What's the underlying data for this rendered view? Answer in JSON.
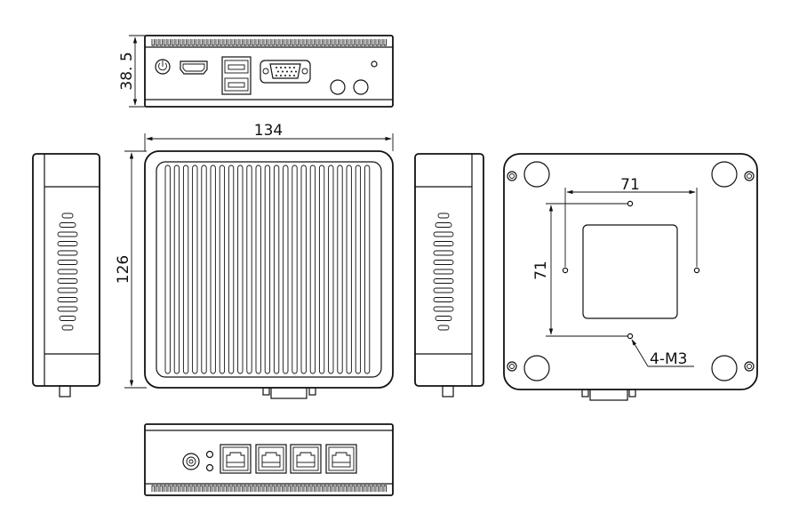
{
  "dimensions": {
    "height": "38. 5",
    "width": "134",
    "depth": "126",
    "mount_h": "71",
    "mount_v": "71",
    "screw_label": "4-M3"
  },
  "colors": {
    "line": "#111111",
    "background": "#ffffff"
  }
}
